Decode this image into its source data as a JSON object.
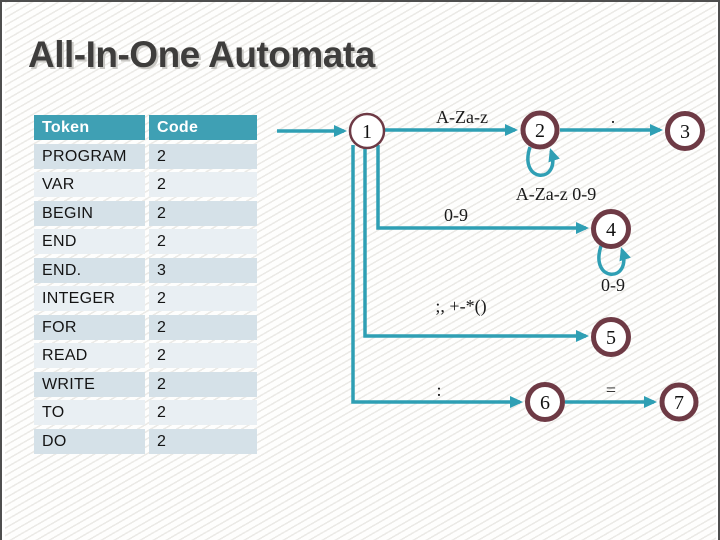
{
  "title": "All-In-One Automata",
  "table": {
    "headers": {
      "token": "Token",
      "code": "Code"
    },
    "rows": [
      {
        "token": "PROGRAM",
        "code": "2"
      },
      {
        "token": "VAR",
        "code": "2"
      },
      {
        "token": "BEGIN",
        "code": "2"
      },
      {
        "token": "END",
        "code": "2"
      },
      {
        "token": "END.",
        "code": "3"
      },
      {
        "token": "INTEGER",
        "code": "2"
      },
      {
        "token": "FOR",
        "code": "2"
      },
      {
        "token": "READ",
        "code": "2"
      },
      {
        "token": "WRITE",
        "code": "2"
      },
      {
        "token": "TO",
        "code": "2"
      },
      {
        "token": "DO",
        "code": "2"
      }
    ]
  },
  "diagram": {
    "states": [
      {
        "id": "1",
        "accepting": false
      },
      {
        "id": "2",
        "accepting": true
      },
      {
        "id": "3",
        "accepting": true
      },
      {
        "id": "4",
        "accepting": true
      },
      {
        "id": "5",
        "accepting": true
      },
      {
        "id": "6",
        "accepting": true
      },
      {
        "id": "7",
        "accepting": true
      }
    ],
    "transitions": [
      {
        "from": "start",
        "to": "1"
      },
      {
        "from": "1",
        "to": "2",
        "label": "A-Za-z"
      },
      {
        "from": "2",
        "to": "2",
        "label": "A-Za-z 0-9"
      },
      {
        "from": "2",
        "to": "3",
        "label": "."
      },
      {
        "from": "1",
        "to": "4",
        "label": "0-9"
      },
      {
        "from": "4",
        "to": "4",
        "label": "0-9"
      },
      {
        "from": "1",
        "to": "5",
        "label": ";, +-*()"
      },
      {
        "from": "1",
        "to": "6",
        "label": ":"
      },
      {
        "from": "6",
        "to": "7",
        "label": "="
      }
    ]
  },
  "colors": {
    "accent_teal": "#2f9fb4",
    "state_border_maroon": "#6e3a45",
    "table_header_bg": "#3fa0b4",
    "row_band_dark": "#d5e1e8",
    "row_band_light": "#e9eff3",
    "title_text": "#3e3d3c",
    "frame_edge": "#4e4e4e"
  }
}
